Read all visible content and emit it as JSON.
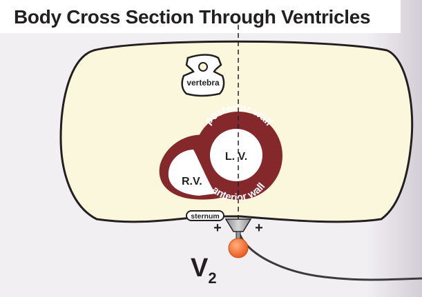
{
  "title": "Body Cross Section Through Ventricles",
  "labels": {
    "vertebra": "vertebra",
    "sternum": "sternum",
    "lv": "L. V.",
    "rv": "R.V.",
    "posterior_wall": "posterior wall",
    "anterior_wall": "anterior wall",
    "plus_left": "+",
    "plus_right": "+",
    "lead_main": "V",
    "lead_sub": "2"
  },
  "colors": {
    "background": "#f2eff3",
    "body": "#fbf7dc",
    "outline": "#231f20",
    "heart_wall": "#84282c",
    "chamber": "#ffffff",
    "electrode_cup": "#a9a9ab",
    "electrode_ball": "#f26a2b"
  }
}
